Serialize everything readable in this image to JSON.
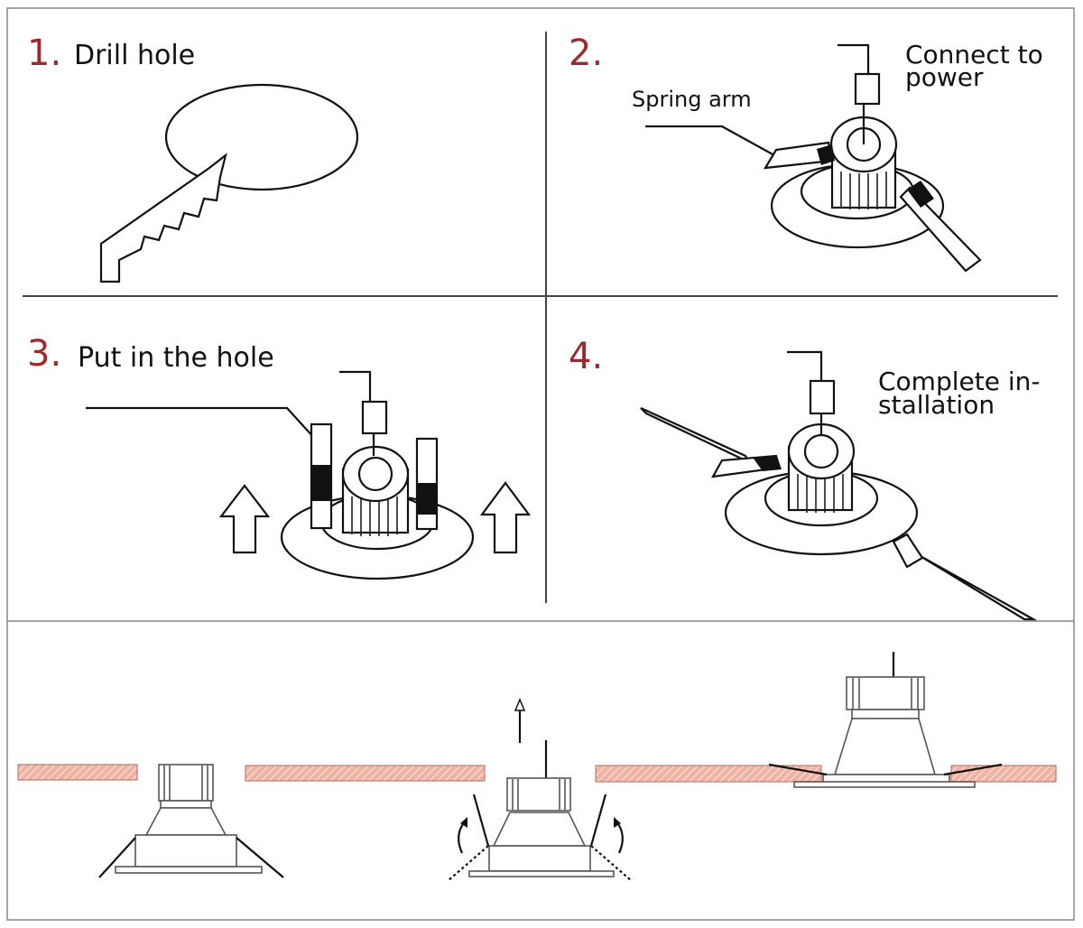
{
  "steps": [
    {
      "number": "1.",
      "title": "Drill hole"
    },
    {
      "number": "2.",
      "title": "",
      "labels": {
        "spring_arm": "Spring arm",
        "connect_line1": "Connect to",
        "connect_line2": "power"
      }
    },
    {
      "number": "3.",
      "title": "Put in the hole"
    },
    {
      "number": "4.",
      "title": "",
      "labels": {
        "complete_line1": "Complete in-",
        "complete_line2": "stallation"
      }
    }
  ],
  "colors": {
    "step_number": "#9b2a2e",
    "ceiling_board": "#f0b3a3",
    "line": "#111111"
  },
  "icons": [
    "saw-icon",
    "downlight-icon",
    "up-arrow-icon",
    "rotate-arrow-icon"
  ]
}
